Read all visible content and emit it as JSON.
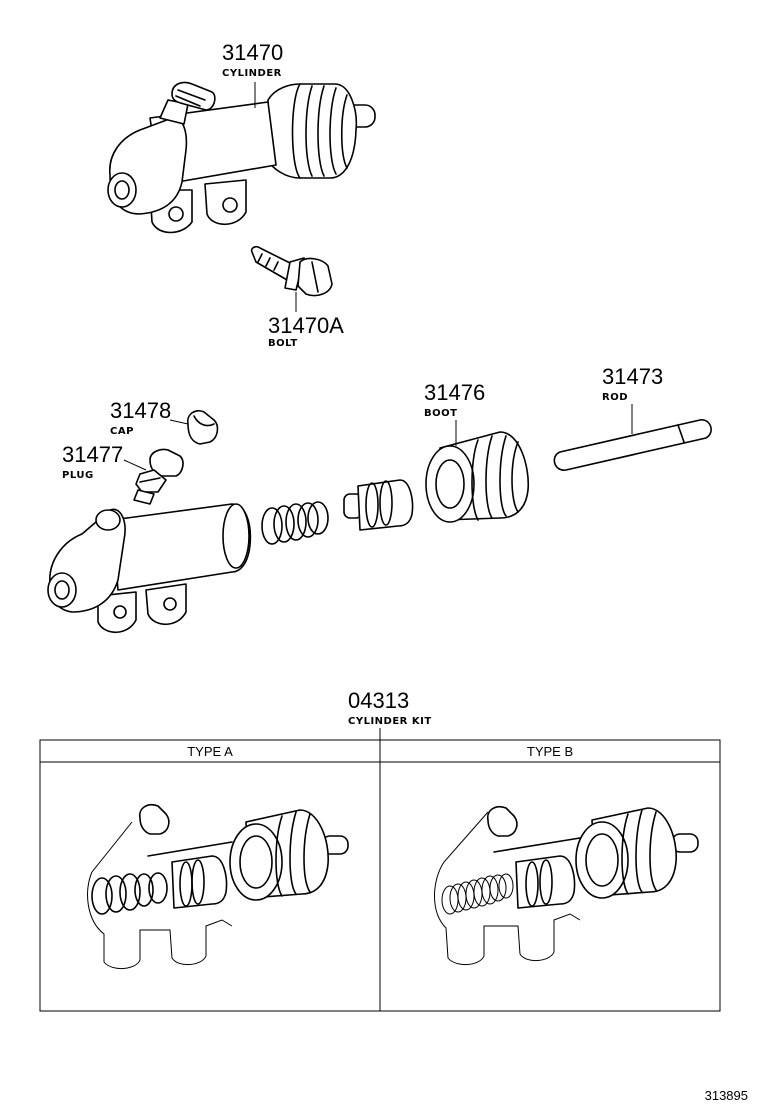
{
  "parts": {
    "cylinder": {
      "number": "31470",
      "name": "CYLINDER"
    },
    "bolt": {
      "number": "31470A",
      "name": "BOLT"
    },
    "cap": {
      "number": "31478",
      "name": "CAP"
    },
    "plug": {
      "number": "31477",
      "name": "PLUG"
    },
    "boot": {
      "number": "31476",
      "name": "BOOT"
    },
    "rod": {
      "number": "31473",
      "name": "ROD"
    },
    "kit": {
      "number": "04313",
      "name": "CYLINDER KIT"
    }
  },
  "kit_table": {
    "type_a": "TYPE A",
    "type_b": "TYPE B"
  },
  "catalog_id": "313895"
}
